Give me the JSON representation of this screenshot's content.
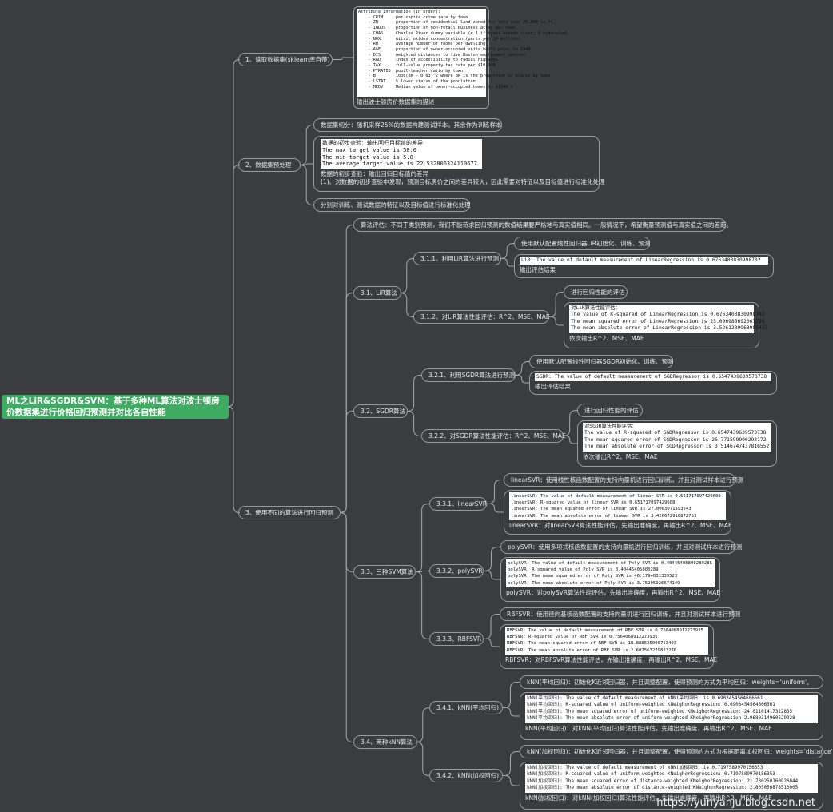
{
  "root": {
    "title": "ML之LiR&SGDR&SVM：基于多种ML算法对波士顿房价数据集进行价格回归预测并对比各自性能"
  },
  "b1": {
    "label": "1、读取数据集(sklearn库自带)",
    "info_code": "Attribute Information (in order):\n    - CRIM     per capita crime rate by town\n    - ZN       proportion of residential land zoned for lots over 25,000 sq.ft.\n    - INDUS    proportion of non-retail business acres per town\n    - CHAS     Charles River dummy variable (= 1 if tract bounds river; 0 otherwise)\n    - NOX      nitric oxides concentration (parts per 10 million)\n    - RM       average number of rooms per dwelling\n    - AGE      proportion of owner-occupied units built prior to 1940\n    - DIS      weighted distances to five Boston employment centres\n    - RAD      index of accessibility to radial highways\n    - TAX      full-value property-tax rate per $10,000\n    - PTRATIO  pupil-teacher ratio by town\n    - B        1000(Bk - 0.63)^2 where Bk is the proportion of blacks by town\n    - LSTAT    % lower status of the population\n    - MEDV     Median value of owner-occupied homes in $1000's",
    "info_note": "输出波士顿房价数据集的描述"
  },
  "b2": {
    "label": "2、数据集预处理",
    "split": "数据集切分：随机采样25%的数据构建测试样本，其余作为训练样本",
    "analysis_code": "数据的初步查验：输出回归目标值的差异\nThe max target value is 50.0\nThe min target value is 5.0\nThe average target value is 22.532806324110677",
    "analysis_note1": "数据的初步查验：输出回归目标值的差异",
    "analysis_note2": "(1)、对数据的初步查验中发现，预测目标房价之间的差异较大，因此需要对特征以及目标值进行标准化处理",
    "standardize": "分别对训练、测试数据的特征以及目标值进行标准化处理"
  },
  "b3": {
    "label": "3、使用不同的算法进行回归预测",
    "eval": "算法评估：不同于类别预测，我们不能苛求回归预测的数值结果要严格地与真实值相同。一般情况下，希望衡量预测值与真实值之间的差距。",
    "lir": {
      "label": "3.1、LiR算法",
      "s1_label": "3.1.1、利用LiR算法进行预测",
      "s1_top": "使用默认配置线性回归器LiR初始化、训练、预测",
      "s1_code": "LiR: The value of default measurement of LinearRegression is 0.6763403830998702",
      "s1_note": "输出评估结果",
      "s2_label": "3.1.2、对LiR算法性能评估：R^2、MSE、MAE",
      "s2_top": "进行回归性能的评估",
      "s2_code": "对LiR算法性能评估：\nThe value of R-squared of LinearRegression is 0.6763403830998702\nThe mean squared error of LinearRegression is 25.096985692067726\nThe mean absolute error of LinearRegression is 3.5261239963985433",
      "s2_note": "依次输出R^2、MSE、MAE"
    },
    "sgdr": {
      "label": "3.2、SGDR算法",
      "s1_label": "3.2.1、利用SGDR算法进行预测",
      "s1_top": "使用默认配置线性回归器SGDR初始化、训练、预测",
      "s1_code": "SGDR: The value of default measurement of SGDRegressor is 0.6547439639573738",
      "s1_note": "输出评估结果",
      "s2_label": "3.2.2、对SGDR算法性能评估：R^2、MSE、MAE",
      "s2_top": "进行回归性能的评估",
      "s2_code": "对SGDR算法性能评估：\nThe value of R-squared of SGDRegressor is 0.6547439639573738\nThe mean squared error of SGDRegressor is 26.771599990293172\nThe mean absolute error of SGDRegressor is 3.5146747437816552",
      "s2_note": "依次输出R^2、MSE、MAE"
    },
    "svm": {
      "label": "3.3、三种SVM算法",
      "lin_label": "3.3.1、linearSVR",
      "lin_top": "linearSVR：使用线性核函数配置的支持向量机进行回归训练，并且对测试样本进行预测",
      "lin_code": "linearSVR: The value of default measurement of linear SVR is 0.651717097429608\nlinearSVR: R-squared value of linear SVR is 0.651717097429608\nlinearSVR: The mean squared error of linear SVR is 27.0063071393243\nlinearSVR: The mean absolute error of linear SVR is 3.426672916872753",
      "lin_note": "linearSVR：对linearSVR算法性能评估，先输出准确度，再输出R^2、MSE、MAE",
      "poly_label": "3.3.2、polySVR",
      "poly_top": "polySVR：使用多项式核函数配置的支持向量机进行回归训练，并且对测试样本进行预测",
      "poly_code": "polySVR: The value of default measurement of Poly SVR is 0.40445405800289286\npolySVR: R-squared value of Poly SVR is 0.40445405800289\npolySVR: The mean squared error of Poly SVR is 46.1794031339523\npolySVR: The mean absolute error of Poly SVR is 3.75205926674149",
      "poly_note": "polySVR：对polySVR算法性能评估，先输出准确度，再输出R^2、MSE、MAE",
      "rbf_label": "3.3.3、RBFSVR",
      "rbf_top": "RBFSVR：使用径向基核函数配置的支持向量机进行回归训练，并且对测试样本进行预测",
      "rbf_code": "RBFSVR: The value of default measurement of RBF SVR is 0.7564068912273935\nRBFSVR: R-squared value of RBF SVR is 0.7564068912273935\nRBFSVR: The mean squared error of RBF SVR is 18.888525000753493\nRBFSVR: The mean absolute error of RBF SVR is 2.607563279823276",
      "rbf_note": "RBFSVR：对RBFSVR算法性能评估，先输出准确度，再输出R^2、MSE、MAE"
    },
    "knn": {
      "label": "3.4、两种kNN算法",
      "uni_label": "3.4.1、kNN(平均回归)",
      "uni_top": "kNN(平均回归)：初始化K近邻回归器，并且调整配置，使得预测的方式为平均回归：weights='uniform'。",
      "uni_code": "kNN(平均回归): The value of default measurement of kNN(平均回归) is 0.6903454564606561\nkNN(平均回归): R-squared value of uniform-weighted KNeighorRegression: 0.6903454564606561\nkNN(平均回归): The mean squared error of uniform-weighted KNeighorRegression: 24.01101417322835\nkNN(平均回归): The mean absolute error of uniform-weighted KNeighorRegression 2.9680314960629928",
      "uni_note": "kNN(平均回归)：对kNN(平均回归)算法性能评估，先输出准确度，再输出R^2、MSE、MAE",
      "dist_label": "3.4.2、kNN(加权回归)",
      "dist_top": "kNN(加权回归)：初始化K近邻回归器，并且调整配置，使得预测的方式为根据距离加权回归：weights='distance'",
      "dist_code": "kNN(加权回归): The value of default measurement of kNN(加权回归) is 0.7197589970156353\nkNN(加权回归): R-squared value of uniform-weighted KNeighorRegression: 0.7197589970156353\nkNN(加权回归): The mean squared error of distance-weighted KNeighorRegression: 21.730250160926044\nkNN(加权回归): The mean absolute error of distance-weighted KNeighorRegression: 2.805056878510005",
      "dist_note": "kNN(加权回归)：对kNN(加权回归)算法性能评估，先输出准确度，再输出R^2、MSE、MAE"
    }
  },
  "watermark": "https://yunyanju.blog.csdn.net",
  "colors": {
    "background": "#3a3c40",
    "root": "#3faa62",
    "line": "#a8a8a8"
  }
}
